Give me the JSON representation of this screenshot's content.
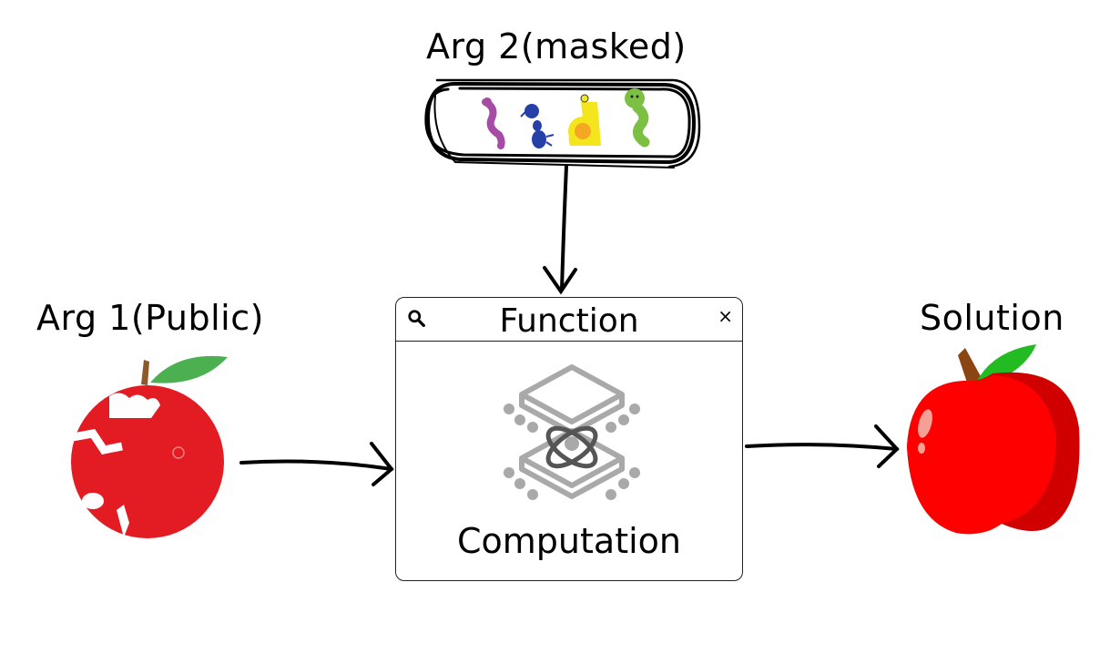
{
  "diagram": {
    "arg2": {
      "label": "Arg 2(masked)",
      "contents": [
        "purple-worm",
        "blue-ant",
        "yellow-snail",
        "green-caterpillar"
      ]
    },
    "arg1": {
      "label": "Arg 1(Public)",
      "image": "bitten-red-apple-with-bugs"
    },
    "function": {
      "title": "Function",
      "body_label": "Computation",
      "close_glyph": "×",
      "icon": "quantum-chip"
    },
    "solution": {
      "label": "Solution",
      "image": "fresh-red-apple"
    },
    "edges": [
      {
        "from": "arg2",
        "to": "function"
      },
      {
        "from": "arg1",
        "to": "function"
      },
      {
        "from": "function",
        "to": "solution"
      }
    ],
    "colors": {
      "apple_red": "#e31b23",
      "solution_red": "#ff0000",
      "leaf_green": "#4caf3f",
      "chip_gray": "#a9a9a9",
      "atom_dark": "#555555"
    }
  }
}
